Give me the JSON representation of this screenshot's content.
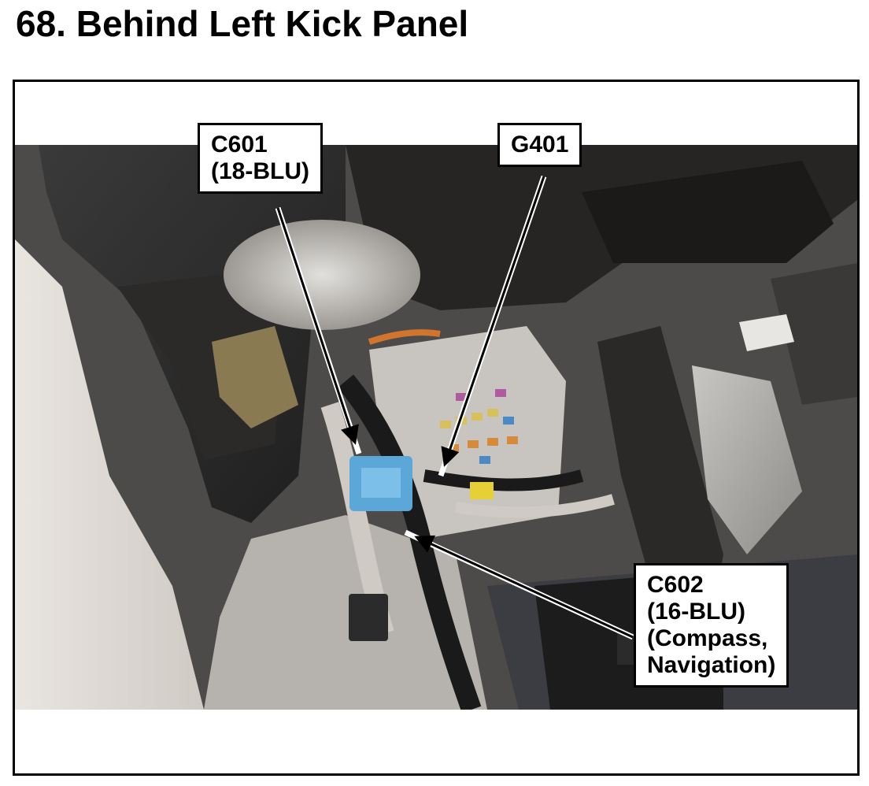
{
  "title": "68.  Behind Left Kick Panel",
  "callouts": {
    "c601": {
      "line1": "C601",
      "line2": "(18-BLU)"
    },
    "g401": {
      "line1": "G401"
    },
    "c602": {
      "line1": "C602",
      "line2": "(16-BLU)",
      "line3": "(Compass,",
      "line4": "Navigation)"
    }
  },
  "colors": {
    "connector": "#5aa7d8",
    "accent": "#000000"
  }
}
